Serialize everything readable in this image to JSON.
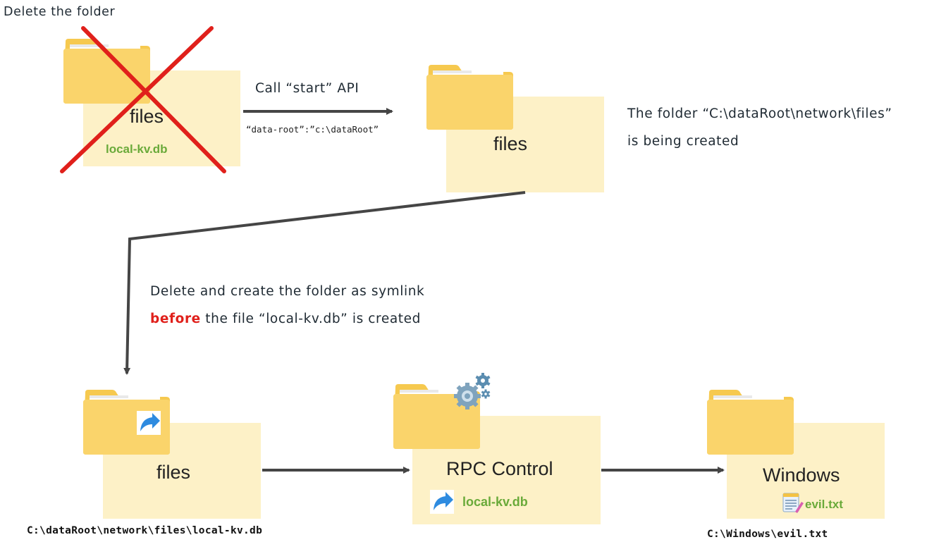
{
  "step1": {
    "title": "Delete the folder",
    "folder_label": "files",
    "file_label": "local-kv.db",
    "arrow_label": "Call “start” API",
    "arrow_sublabel": "“data-root”:”c:\\dataRoot”"
  },
  "step2": {
    "folder_label": "files",
    "note_line1": "The folder “C:\\dataRoot\\network\\files”",
    "note_line2": "is being created"
  },
  "step3": {
    "note_line1": "Delete and create the folder as symlink",
    "note_line2_emphasis": "before",
    "note_line2_rest": " the file “local-kv.db” is created",
    "emphasis_color": "#e0201b"
  },
  "bottom": {
    "files_folder_label": "files",
    "files_path": "C:\\dataRoot\\network\\files\\local-kv.db",
    "rpc_folder_label": "RPC Control",
    "rpc_file_label": "local-kv.db",
    "windows_folder_label": "Windows",
    "windows_file_label": "evil.txt",
    "windows_path": "C:\\Windows\\evil.txt"
  },
  "icons": [
    "folder-icon",
    "cross-icon",
    "shortcut-arrow-icon",
    "gears-icon",
    "text-file-icon"
  ],
  "colors": {
    "folder_back": "#f6c94f",
    "folder_front": "#fad46b",
    "panel": "#fdf1c7",
    "cross": "#e0201b",
    "arrow": "#454545",
    "file_label": "#6aaa3a",
    "shortcut": "#2e8be0"
  }
}
